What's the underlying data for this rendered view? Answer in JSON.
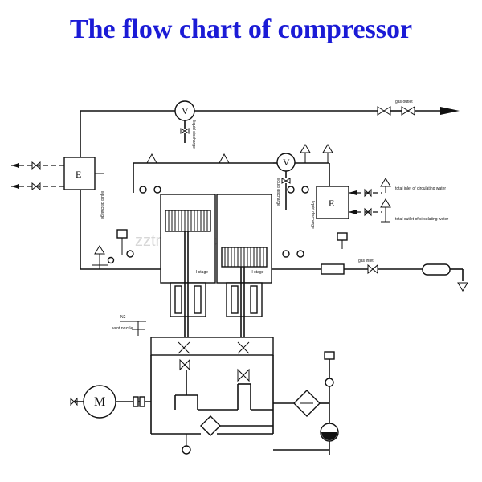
{
  "title": "The flow chart of compressor",
  "labels": {
    "gas_outlet": "gas outlet",
    "gas_inlet": "gas inlet",
    "vent_nozzle": "vent nozzle",
    "water_inlet": "total inlet of circulating water",
    "water_outlet": "total outlet of circulating water",
    "liquid_discharge_1": "liquid discharge",
    "liquid_discharge_2": "liquid discharge",
    "liquid_discharge_3": "liquid discharge",
    "liquid_discharge_4": "liquid discharge",
    "stage_1": "I stage",
    "stage_2": "II stage",
    "cooler_e1": "E",
    "cooler_e2": "E",
    "valve_v1": "V",
    "valve_v2": "V",
    "motor": "M",
    "watermark": "zztrust.en.com"
  }
}
